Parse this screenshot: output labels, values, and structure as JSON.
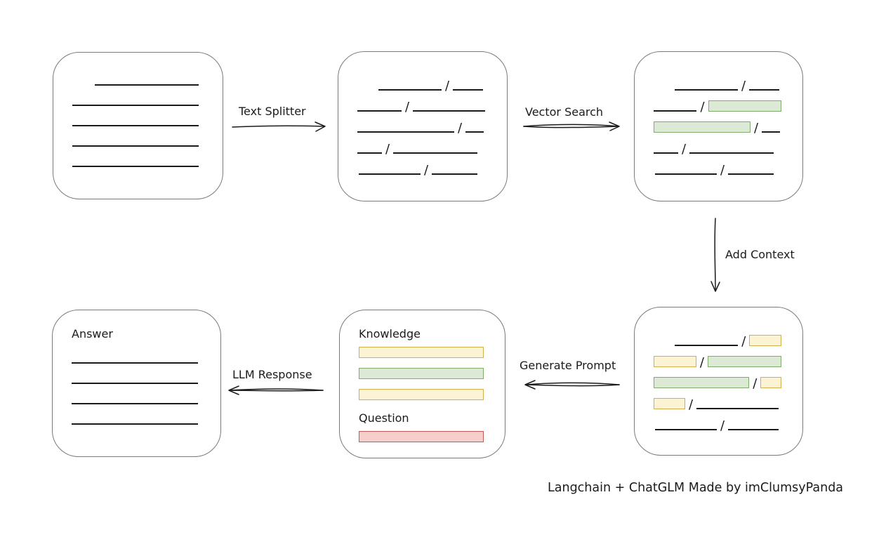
{
  "caption": "Langchain + ChatGLM Made by imClumsyPanda",
  "arrow_labels": {
    "text_splitter": "Text Splitter",
    "vector_search": "Vector Search",
    "add_context": "Add Context",
    "generate_prompt": "Generate Prompt",
    "llm_response": "LLM Response"
  },
  "colors": {
    "line": "#1b1b1b",
    "box_border": "#7a7a7a",
    "green_fill": "#dcead5",
    "green_stroke": "#7fab6d",
    "yellow_fill": "#fcf3d4",
    "yellow_stroke": "#d2b04c",
    "red_fill": "#f6cfcb",
    "red_stroke": "#c05b55"
  },
  "boxes": [
    {
      "id": "document",
      "label": "source-document",
      "sections": [
        {
          "title": null,
          "rows": [
            {
              "indent": 32,
              "segs": [
                {
                  "k": "line",
                  "w": 148
                }
              ]
            },
            {
              "segs": [
                {
                  "k": "line",
                  "w": 180
                }
              ]
            },
            {
              "segs": [
                {
                  "k": "line",
                  "w": 180
                }
              ]
            },
            {
              "segs": [
                {
                  "k": "line",
                  "w": 180
                }
              ]
            },
            {
              "segs": [
                {
                  "k": "line",
                  "w": 180
                }
              ]
            }
          ]
        }
      ]
    },
    {
      "id": "chunks",
      "label": "split-text-chunks",
      "sections": [
        {
          "title": null,
          "rows": [
            {
              "indent": 30,
              "segs": [
                {
                  "k": "line",
                  "w": 90
                },
                {
                  "k": "line",
                  "w": 43
                }
              ]
            },
            {
              "segs": [
                {
                  "k": "line",
                  "w": 63
                },
                {
                  "k": "line",
                  "w": 103
                }
              ]
            },
            {
              "segs": [
                {
                  "k": "line",
                  "w": 138
                },
                {
                  "k": "line",
                  "w": 26
                }
              ]
            },
            {
              "segs": [
                {
                  "k": "line",
                  "w": 35
                },
                {
                  "k": "line",
                  "w": 120
                }
              ]
            },
            {
              "indent": 2,
              "segs": [
                {
                  "k": "line",
                  "w": 88
                },
                {
                  "k": "line",
                  "w": 65
                }
              ]
            }
          ]
        }
      ]
    },
    {
      "id": "matches",
      "label": "vector-search-matches",
      "sections": [
        {
          "title": null,
          "rows": [
            {
              "indent": 30,
              "segs": [
                {
                  "k": "line",
                  "w": 90
                },
                {
                  "k": "line",
                  "w": 43
                }
              ]
            },
            {
              "segs": [
                {
                  "k": "line",
                  "w": 63
                },
                {
                  "k": "green",
                  "w": 107
                }
              ]
            },
            {
              "segs": [
                {
                  "k": "green",
                  "w": 138
                },
                {
                  "k": "line",
                  "w": 26
                }
              ]
            },
            {
              "segs": [
                {
                  "k": "line",
                  "w": 35
                },
                {
                  "k": "line",
                  "w": 120
                }
              ]
            },
            {
              "indent": 2,
              "segs": [
                {
                  "k": "line",
                  "w": 88
                },
                {
                  "k": "line",
                  "w": 65
                }
              ]
            }
          ]
        }
      ]
    },
    {
      "id": "context",
      "label": "context-chunks",
      "sections": [
        {
          "title": null,
          "rows": [
            {
              "indent": 30,
              "segs": [
                {
                  "k": "line",
                  "w": 93
                },
                {
                  "k": "yellow",
                  "w": 47
                }
              ]
            },
            {
              "segs": [
                {
                  "k": "yellow",
                  "w": 62
                },
                {
                  "k": "green",
                  "w": 107
                }
              ]
            },
            {
              "segs": [
                {
                  "k": "green",
                  "w": 138
                },
                {
                  "k": "yellow",
                  "w": 30
                }
              ]
            },
            {
              "segs": [
                {
                  "k": "yellow",
                  "w": 45
                },
                {
                  "k": "line",
                  "w": 117
                }
              ]
            },
            {
              "indent": 2,
              "segs": [
                {
                  "k": "line",
                  "w": 88
                },
                {
                  "k": "line",
                  "w": 72
                }
              ]
            }
          ]
        }
      ]
    },
    {
      "id": "prompt",
      "label": "prompt-composition",
      "sections": [
        {
          "title": "Knowledge",
          "rows": [
            {
              "segs": [
                {
                  "k": "yellow",
                  "w": 184
                }
              ]
            },
            {
              "segs": [
                {
                  "k": "green",
                  "w": 184
                }
              ]
            },
            {
              "segs": [
                {
                  "k": "yellow",
                  "w": 184
                }
              ]
            }
          ]
        },
        {
          "title": "Question",
          "rows": [
            {
              "segs": [
                {
                  "k": "red",
                  "w": 184
                }
              ]
            }
          ]
        }
      ]
    },
    {
      "id": "answer",
      "label": "llm-answer",
      "sections": [
        {
          "title": "Answer",
          "rows": [
            {
              "segs": [
                {
                  "k": "line",
                  "w": 180
                }
              ]
            },
            {
              "segs": [
                {
                  "k": "line",
                  "w": 180
                }
              ]
            },
            {
              "segs": [
                {
                  "k": "line",
                  "w": 180
                }
              ]
            },
            {
              "segs": [
                {
                  "k": "line",
                  "w": 180
                }
              ]
            }
          ]
        }
      ]
    }
  ]
}
